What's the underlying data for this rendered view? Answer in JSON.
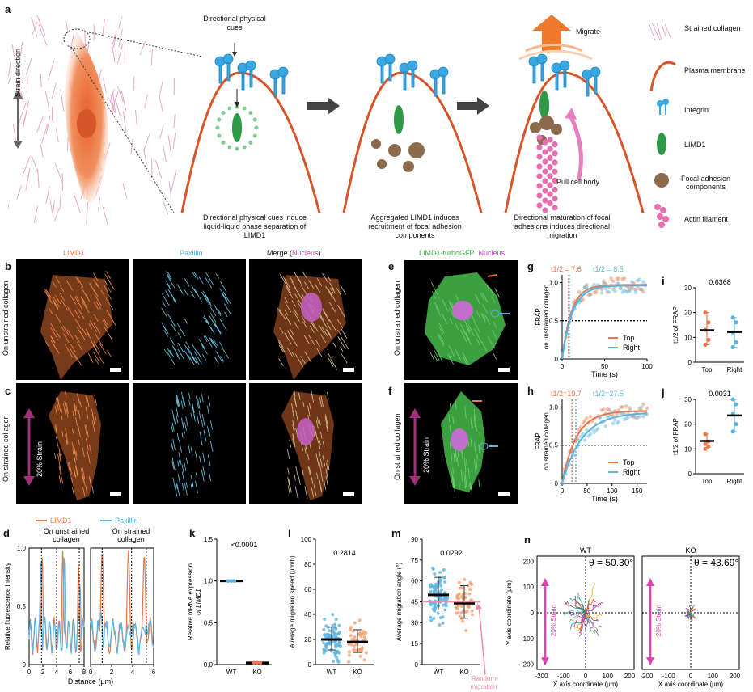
{
  "panel_letters": {
    "a": "a",
    "b": "b",
    "c": "c",
    "d": "d",
    "e": "e",
    "f": "f",
    "g": "g",
    "h": "h",
    "i": "i",
    "j": "j",
    "k": "k",
    "l": "l",
    "m": "m",
    "n": "n"
  },
  "panel_a": {
    "strain_direction": "Strain direction",
    "directional_cues": "Directional physical cues",
    "migrate": "Migrate",
    "pull_cell_body": "Pull cell body",
    "caption1": "Directional physical cues induce liquid-liquid phase separation of LIMD1",
    "caption2": "Aggregated LIMD1 induces recruitment of focal adhesion components",
    "caption3": "Directional maturation of focal adhesions induces directional migration",
    "legend": [
      "Strained collagen",
      "Plasma membrane",
      "Integrin",
      "LIMD1",
      "Focal adhesion components",
      "Actin filament"
    ]
  },
  "panel_bc": {
    "col_limd1": "LIMD1",
    "col_paxillin": "Paxillin",
    "col_merge": "Merge (",
    "col_nucleus": "Nucleus",
    "col_close": ")",
    "row_unstrained": "On unstrained collagen",
    "row_strained": "On strained collagen",
    "strain": "20% Strain"
  },
  "panel_ef": {
    "title_gfp": "LIMD1-turboGFP",
    "title_nucleus": "Nucleus",
    "row_unstrained": "On unstrained collagen",
    "row_strained": "On strained collagen",
    "strain": "20% Strain"
  },
  "panel_g": {
    "t_top": "t1/2 = 7.6",
    "t_right": "t1/2 = 8.5",
    "ylabel": "FRAP on unstrained collagen",
    "xlabel": "Time (s)",
    "legend_top": "Top",
    "legend_right": "Right",
    "xticks": [
      "0",
      "50",
      "100"
    ],
    "yticks": [
      "0",
      "0.5",
      "1.0"
    ]
  },
  "panel_h": {
    "t_top": "t1/2=19.7",
    "t_right": "t1/2=27.5",
    "ylabel": "FRAP on strained collagen",
    "xlabel": "Time (s)",
    "legend_top": "Top",
    "legend_right": "Right",
    "xticks": [
      "0",
      "50",
      "100",
      "150"
    ],
    "yticks": [
      "0",
      "0.5",
      "1.0"
    ]
  },
  "panel_i": {
    "p": "0.6368",
    "ylabel": "t1/2 of FRAP",
    "cats": [
      "Top",
      "Right"
    ],
    "yticks": [
      "0",
      "10",
      "20",
      "30"
    ]
  },
  "panel_j": {
    "p": "0.0031",
    "ylabel": "t1/2 of FRAP",
    "cats": [
      "Top",
      "Right"
    ],
    "yticks": [
      "0",
      "10",
      "20",
      "30"
    ]
  },
  "panel_d": {
    "legend_limd1": "LIMD1",
    "legend_pax": "Paxillin",
    "sub_unstrained": "On unstrained collagen",
    "sub_strained": "On strained collagen",
    "ylabel": "Relative fluorescence intensity",
    "xlabel": "Distance (μm)",
    "yticks": [
      "0",
      "0.5",
      "1.0"
    ],
    "xticks1": [
      "0",
      "2",
      "4",
      "6",
      "8"
    ],
    "xticks2": [
      "0",
      "2",
      "4",
      "6"
    ]
  },
  "panel_k": {
    "p": "<0.0001",
    "ylabel": "Relative mRNA expression of LIMD1",
    "cats": [
      "WT",
      "KO"
    ],
    "yticks": [
      "0.0",
      "0.5",
      "1.0",
      "1.5"
    ]
  },
  "panel_l": {
    "p": "0.2814",
    "ylabel": "Average migration speed (μm/h)",
    "cats": [
      "WT",
      "KO"
    ],
    "yticks": [
      "0",
      "20",
      "40",
      "60",
      "80",
      "100"
    ]
  },
  "panel_m": {
    "p": "0.0292",
    "ylabel": "Average migration angle (°)",
    "cats": [
      "WT",
      "KO"
    ],
    "yticks": [
      "0",
      "15",
      "30",
      "45",
      "60",
      "75",
      "90"
    ],
    "random": "Random migration"
  },
  "panel_n": {
    "wt": "WT",
    "ko": "KO",
    "theta_wt": "θ = 50.30°",
    "theta_ko": "θ = 43.69°",
    "ylabel": "Y axis coordinate (μm)",
    "xlabel": "X axis coordinate (μm)",
    "strain": "20% Strain",
    "ticks": [
      "-200",
      "-100",
      "0",
      "100",
      "200"
    ]
  },
  "colors": {
    "limd1": "#e8784a",
    "paxillin": "#5ab4e0",
    "magenta": "#a0307a",
    "green": "#3cb44a",
    "pink": "#e080b0"
  },
  "chart_data": [
    {
      "type": "line",
      "title": "g",
      "xlabel": "Time (s)",
      "ylabel": "FRAP on unstrained collagen",
      "xlim": [
        0,
        100
      ],
      "ylim": [
        0,
        1.1
      ],
      "series": [
        {
          "name": "Top",
          "half_time": 7.6,
          "plateau": 0.97
        },
        {
          "name": "Right",
          "half_time": 8.5,
          "plateau": 0.96
        }
      ]
    },
    {
      "type": "line",
      "title": "h",
      "xlabel": "Time (s)",
      "ylabel": "FRAP on strained collagen",
      "xlim": [
        0,
        170
      ],
      "ylim": [
        0,
        1.15
      ],
      "series": [
        {
          "name": "Top",
          "half_time": 19.7,
          "plateau": 0.95
        },
        {
          "name": "Right",
          "half_time": 27.5,
          "plateau": 0.93
        }
      ]
    },
    {
      "type": "scatter",
      "title": "i",
      "categories": [
        "Top",
        "Right"
      ],
      "ylabel": "t1/2 of FRAP",
      "ylim": [
        0,
        30
      ],
      "series": [
        {
          "name": "Top",
          "values": [
            7,
            9,
            13,
            16,
            20
          ],
          "mean": 12.9
        },
        {
          "name": "Right",
          "values": [
            6,
            8,
            12,
            16,
            18
          ],
          "mean": 12.2
        }
      ]
    },
    {
      "type": "scatter",
      "title": "j",
      "categories": [
        "Top",
        "Right"
      ],
      "ylabel": "t1/2 of FRAP",
      "ylim": [
        0,
        30
      ],
      "series": [
        {
          "name": "Top",
          "values": [
            10,
            11,
            12,
            13,
            16
          ],
          "mean": 13.2
        },
        {
          "name": "Right",
          "values": [
            17,
            20,
            24,
            28,
            30
          ],
          "mean": 23.5
        }
      ]
    },
    {
      "type": "bar",
      "title": "k",
      "categories": [
        "WT",
        "KO"
      ],
      "values": [
        1.0,
        0.02
      ],
      "ylabel": "Relative mRNA expression of LIMD1",
      "ylim": [
        0,
        1.5
      ]
    },
    {
      "type": "scatter",
      "title": "l",
      "categories": [
        "WT",
        "KO"
      ],
      "ylabel": "Average migration speed (μm/h)",
      "ylim": [
        0,
        100
      ],
      "means": [
        20,
        18
      ]
    },
    {
      "type": "scatter",
      "title": "m",
      "categories": [
        "WT",
        "KO"
      ],
      "ylabel": "Average migration angle (°)",
      "ylim": [
        0,
        90
      ],
      "means": [
        50,
        44
      ],
      "reference_line": 45
    },
    {
      "type": "line",
      "title": "d",
      "xlabel": "Distance (μm)",
      "ylabel": "Relative fluorescence intensity",
      "ylim": [
        0,
        1.0
      ],
      "series": [
        {
          "name": "LIMD1"
        },
        {
          "name": "Paxillin"
        }
      ]
    }
  ]
}
